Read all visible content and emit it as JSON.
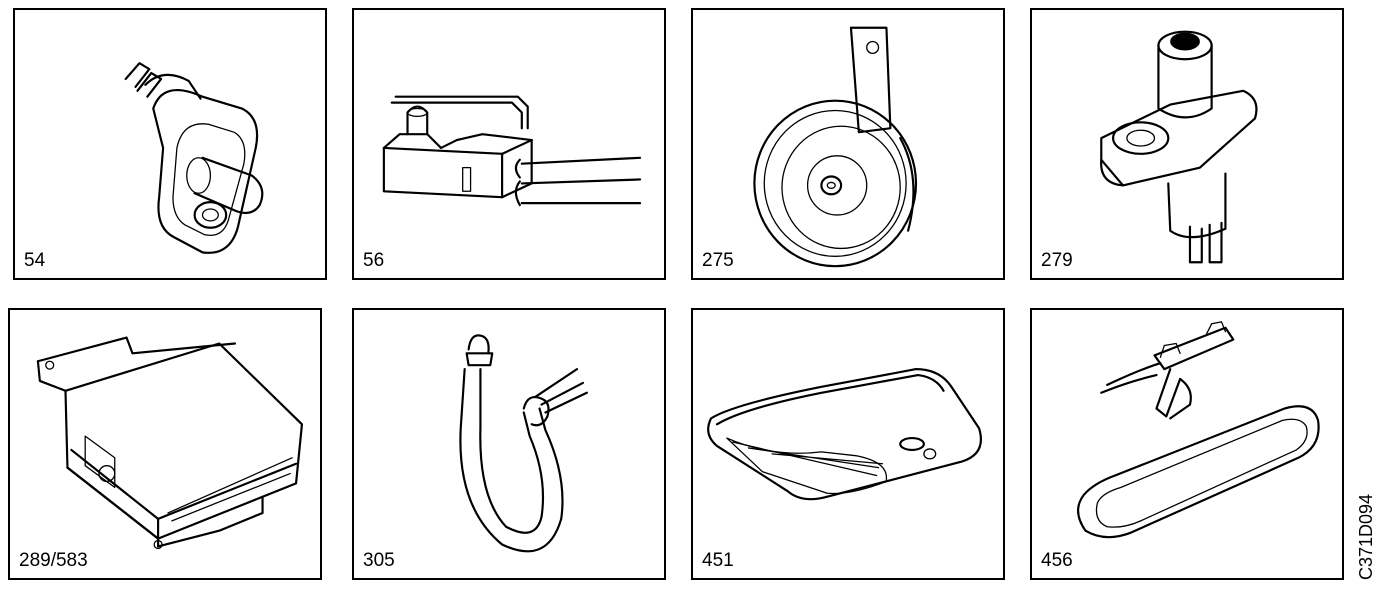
{
  "panels": [
    {
      "label": "54",
      "icon": "door-contact-switch-icon"
    },
    {
      "label": "56",
      "icon": "micro-switch-icon"
    },
    {
      "label": "275",
      "icon": "horn-icon"
    },
    {
      "label": "279",
      "icon": "push-switch-icon"
    },
    {
      "label": "289/583",
      "icon": "control-module-icon"
    },
    {
      "label": "305",
      "icon": "wired-bulb-icon"
    },
    {
      "label": "451",
      "icon": "courtesy-lamp-icon"
    },
    {
      "label": "456",
      "icon": "rear-view-mirror-icon"
    }
  ],
  "diagram_code": "C371D094"
}
